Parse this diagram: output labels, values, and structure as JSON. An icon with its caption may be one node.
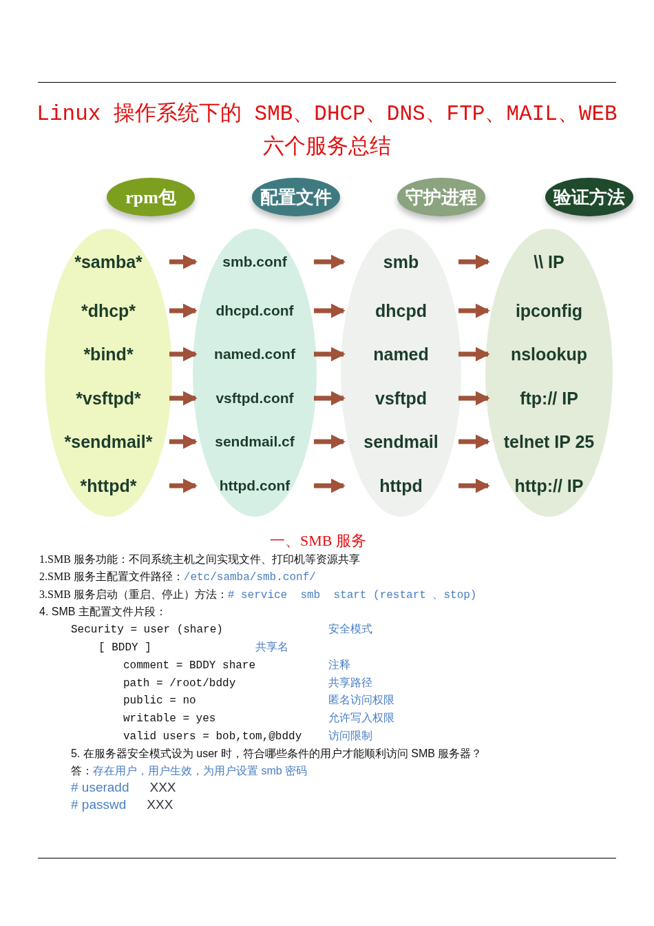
{
  "diagram": {
    "title": "Linux 操作系统下的 SMB、DHCP、DNS、FTP、MAIL、WEB 六个服务总结",
    "nodes": [
      {
        "text": [
          "rpm包"
        ]
      },
      {
        "text": [
          "配置文件"
        ]
      },
      {
        "text": [
          "守护进程"
        ]
      },
      {
        "text": [
          "验证方法"
        ]
      },
      {
        "text": [],
        "shape": "ellipse"
      },
      {
        "text": [
          "*samba*"
        ],
        "in": 4
      },
      {
        "text": [
          "*dhcp*"
        ],
        "in": 4
      },
      {
        "text": [
          "*bind*"
        ],
        "in": 4
      },
      {
        "text": [
          "*vsftpd*"
        ],
        "in": 4
      },
      {
        "text": [
          "*sendmail*"
        ],
        "in": 4
      },
      {
        "text": [
          "*httpd*"
        ],
        "in": 4
      },
      {
        "text": [],
        "shape": "ellipse"
      },
      {
        "text": [
          "smb.conf"
        ],
        "in": 11
      },
      {
        "text": [
          "dhcpd.conf"
        ],
        "in": 11
      },
      {
        "text": [
          "named.conf"
        ],
        "in": 11
      },
      {
        "text": [
          "vsftpd.conf"
        ],
        "in": 11
      },
      {
        "text": [
          "sendmail.cf"
        ],
        "in": 11
      },
      {
        "text": [
          "httpd.conf"
        ],
        "in": 11
      },
      {
        "text": [],
        "shape": "ellipse"
      },
      {
        "text": [
          "smb"
        ],
        "in": 18
      },
      {
        "text": [
          "dhcpd"
        ],
        "in": 18
      },
      {
        "text": [
          "named"
        ],
        "in": 18
      },
      {
        "text": [
          "vsftpd"
        ],
        "in": 18
      },
      {
        "text": [
          "sendmail"
        ],
        "in": 18
      },
      {
        "text": [
          "httpd"
        ],
        "in": 18
      },
      {
        "text": [],
        "shape": "ellipse"
      },
      {
        "text": [
          "\\\\ IP"
        ],
        "in": 25
      },
      {
        "text": [
          "ipconfig"
        ],
        "in": 25
      },
      {
        "text": [
          "nslookup"
        ],
        "in": 25
      },
      {
        "text": [
          "ftp:// IP"
        ],
        "in": 25
      },
      {
        "text": [
          "telnet IP 25"
        ],
        "in": 25
      },
      {
        "text": [
          "http:// IP"
        ],
        "in": 25
      }
    ],
    "edges": [
      {
        "from": 5,
        "to": 12,
        "arrow": "to"
      },
      {
        "from": 12,
        "to": 19,
        "arrow": "to"
      },
      {
        "from": 19,
        "to": 26,
        "arrow": "to"
      },
      {
        "from": 6,
        "to": 13,
        "arrow": "to"
      },
      {
        "from": 13,
        "to": 20,
        "arrow": "to"
      },
      {
        "from": 20,
        "to": 27,
        "arrow": "to"
      },
      {
        "from": 7,
        "to": 14,
        "arrow": "to"
      },
      {
        "from": 14,
        "to": 21,
        "arrow": "to"
      },
      {
        "from": 21,
        "to": 28,
        "arrow": "to"
      },
      {
        "from": 8,
        "to": 15,
        "arrow": "to"
      },
      {
        "from": 15,
        "to": 22,
        "arrow": "to"
      },
      {
        "from": 22,
        "to": 29,
        "arrow": "to"
      },
      {
        "from": 9,
        "to": 16,
        "arrow": "to"
      },
      {
        "from": 16,
        "to": 23,
        "arrow": "to"
      },
      {
        "from": 23,
        "to": 30,
        "arrow": "to"
      },
      {
        "from": 10,
        "to": 17,
        "arrow": "to"
      },
      {
        "from": 17,
        "to": 24,
        "arrow": "to"
      },
      {
        "from": 24,
        "to": 31,
        "arrow": "to"
      }
    ],
    "labels": [
      "一、SMB 服务",
      "1.SMB 服务功能：不同系统主机之间实现文件、打印机等资源共享",
      "2.SMB 服务主配置文件路径：",
      "/etc/samba/smb.conf/",
      "3.SMB 服务启动（重启、停止）方法：",
      "# service  smb  start (restart 、stop)",
      "4. SMB 主配置文件片段：",
      "Security = user (share)",
      "安全模式",
      "[ BDDY ]",
      "共享名",
      "comment = BDDY share",
      "注释",
      "path = /root/bddy",
      "共享路径",
      "public = no",
      "匿名访问权限",
      "writable = yes",
      "允许写入权限",
      "valid users = bob,tom,@bddy",
      "访问限制",
      "5. 在服务器安全模式设为 user 时，符合哪些条件的用户才能顺利访问 SMB 服务器？",
      "答：",
      "存在用户，用户生效，为用户设置 smb 密码",
      "# useradd",
      "XXX",
      "# passwd",
      "XXX"
    ]
  }
}
